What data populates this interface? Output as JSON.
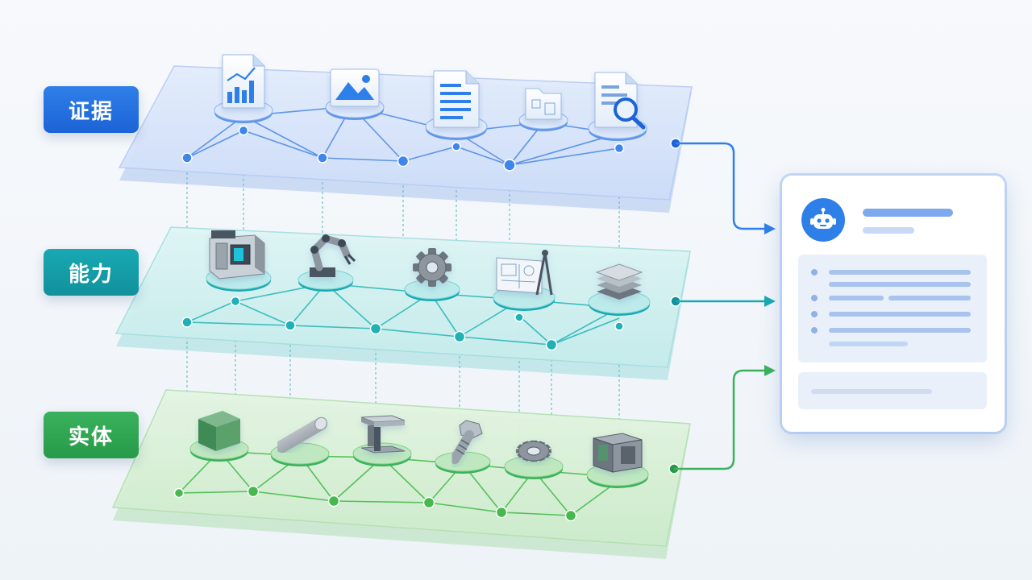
{
  "layers": [
    {
      "id": "evidence",
      "label": "证据",
      "color": "#1b63d6",
      "icons": [
        "chart-document-icon",
        "image-icon",
        "text-document-icon",
        "folder-document-icon",
        "search-document-icon"
      ]
    },
    {
      "id": "capability",
      "label": "能力",
      "color": "#11919c",
      "icons": [
        "cnc-machine-icon",
        "robot-arm-icon",
        "gear-icon",
        "blueprint-drawing-icon",
        "stacked-plates-icon"
      ]
    },
    {
      "id": "entity",
      "label": "实体",
      "color": "#279a49",
      "icons": [
        "metal-block-icon",
        "steel-rod-icon",
        "steel-beam-icon",
        "bolt-icon",
        "gear-wheel-icon",
        "machine-frame-icon"
      ]
    }
  ],
  "output_panel": {
    "avatar_icon": "robot-icon",
    "accent": "#2f7fe9",
    "text_lines_shown": 4
  }
}
